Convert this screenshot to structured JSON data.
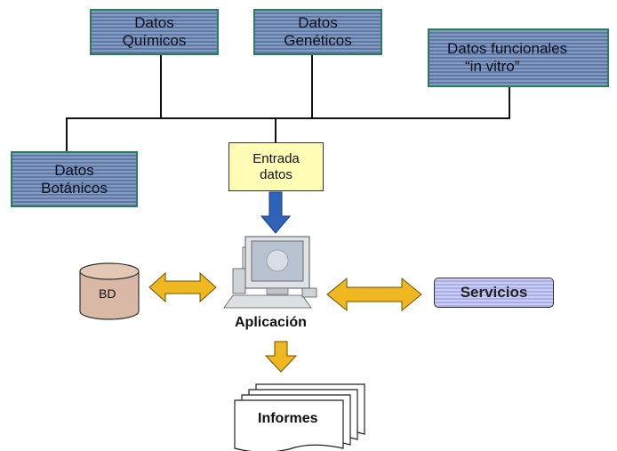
{
  "top_boxes": {
    "quimicos": [
      "Datos",
      "Químicos"
    ],
    "geneticos": [
      "Datos",
      "Genéticos"
    ],
    "funcionales": [
      "Datos funcionales",
      "“in vitro”"
    ]
  },
  "botanicos": [
    "Datos",
    "Botánicos"
  ],
  "entrada": [
    "Entrada",
    "datos"
  ],
  "bd_label": "BD",
  "app_label": "Aplicación",
  "servicios_label": "Servicios",
  "informes_label": "Informes",
  "colors": {
    "data_box": "#6a86b4",
    "data_box_border": "#2a7d5a",
    "entrada_fill": "#fefcb5",
    "arrow_blue": "#2d63b8",
    "arrow_yellow": "#f0b820",
    "db_fill": "#d9b9a5",
    "servicios_fill": "#b9bdf2"
  },
  "icons": [
    "database-icon",
    "computer-icon",
    "documents-icon"
  ]
}
